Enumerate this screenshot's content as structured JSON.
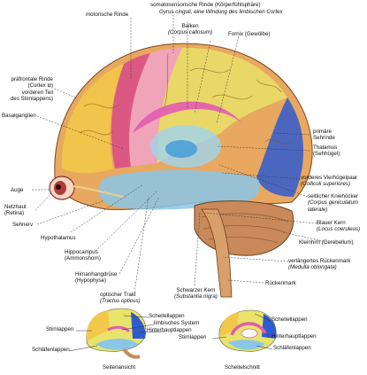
{
  "labels": {
    "somatosensorische": "somatosensorische Rinde (Körperfühlsphäre)",
    "gyrus": "Gyrus cinguli, eine Windung des limbischen Cortex",
    "motorische": "motorische Rinde",
    "balken": "Balken",
    "balken_latin": "(Corpus callosum)",
    "fornix": "Fornix (Gewölbe)",
    "praefrontal_1": "präfrontale Rinde",
    "praefrontal_2": "(Cortex im",
    "praefrontal_3": "vorderen Teil",
    "praefrontal_4": "des Stirnlappens)",
    "basalganglien": "Basalganglien",
    "primaere_1": "primäre",
    "primaere_2": "Sehrinde",
    "thalamus": "Thalamus",
    "thalamus_de": "(Sehhügel)",
    "auge": "Auge",
    "netzhaut": "Netzhaut",
    "netzhaut_latin": "(Retina)",
    "vorderes": "vorderes Vierhügelpaar",
    "vorderes_latin": "(Colliculi superiores)",
    "seitlicher": "seitlicher Kniehöcker",
    "seitlicher_latin1": "(Corpus geniculatum",
    "seitlicher_latin2": "laterale)",
    "sehnerv": "Sehnerv",
    "blauer": "Blauer Kern",
    "blauer_latin": "(Locus coeruleus)",
    "hypothalamus": "Hypothalamus",
    "kleinhirn": "Kleinhirn (Cerebellum)",
    "hippocampus": "Hippocampus",
    "hippocampus_de": "(Ammonshorn)",
    "verlaengertes": "verlängertes Rückenmark",
    "verlaengertes_latin": "(Medulla oblongata)",
    "hirnanhang": "Hirnanhangdrüse",
    "hirnanhang_latin": "(Hypophyse)",
    "schwarzer": "Schwarzer Kern",
    "schwarzer_latin": "(Substantia nigra)",
    "rueckenmark": "Rückenmark",
    "optischer": "optischer Trakt",
    "optischer_latin": "(Tractus opticus)"
  },
  "inset_left": {
    "scheitellappen": "Scheitellappen",
    "limbisches": "limbisches System",
    "hinterhaupt": "Hinterhauptlappen",
    "stirnlappen": "Stirnlappen",
    "schlaefen": "Schläfenlappen",
    "caption": "Seitenansicht"
  },
  "inset_right": {
    "scheitellappen": "Scheitellappen",
    "stirnlappen": "Stirnlappen",
    "hinterhaupt": "Hinterhauptlappen",
    "schlaefen": "Schläfenlappen",
    "caption": "Scheitelschnitt"
  },
  "colors": {
    "cortex": "#e8a860",
    "frontal_lobe": "#f2c84a",
    "parietal_lobe": "#e9e36a",
    "occipital_lobe": "#2f5bd0",
    "temporal_lobe": "#8ac6e8",
    "limbic_system": "#e25bb0",
    "cerebellum": "#c9895a",
    "motor_strip": "#d84a8a"
  }
}
